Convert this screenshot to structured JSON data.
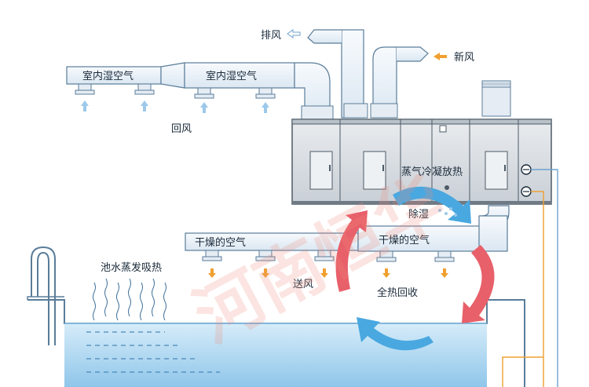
{
  "labels": {
    "exhaust": "排风",
    "fresh_air": "新风",
    "indoor_humid_air": "室内湿空气",
    "return_air": "回风",
    "condensation": "蒸气冷凝放热",
    "dehumidify": "除湿",
    "dry_air": "干燥的空气",
    "pool_evaporation": "池水蒸发吸热",
    "supply_air": "送风",
    "heat_recovery": "全热回收"
  },
  "watermark": "河南恒华",
  "colors": {
    "duct_fill": "#eef4fa",
    "duct_stroke": "#5a7d9a",
    "arrow_blue": "#4aa8e0",
    "arrow_red": "#e8606a",
    "arrow_orange": "#f0a030",
    "arrow_light_blue": "#9cc8ea",
    "water": "#bfe0f5",
    "unit_fill": "#d8dde3"
  },
  "icons": [
    "hollow-left-arrow-icon",
    "orange-left-arrow-icon",
    "fan-icon",
    "drain-valve-icon"
  ]
}
